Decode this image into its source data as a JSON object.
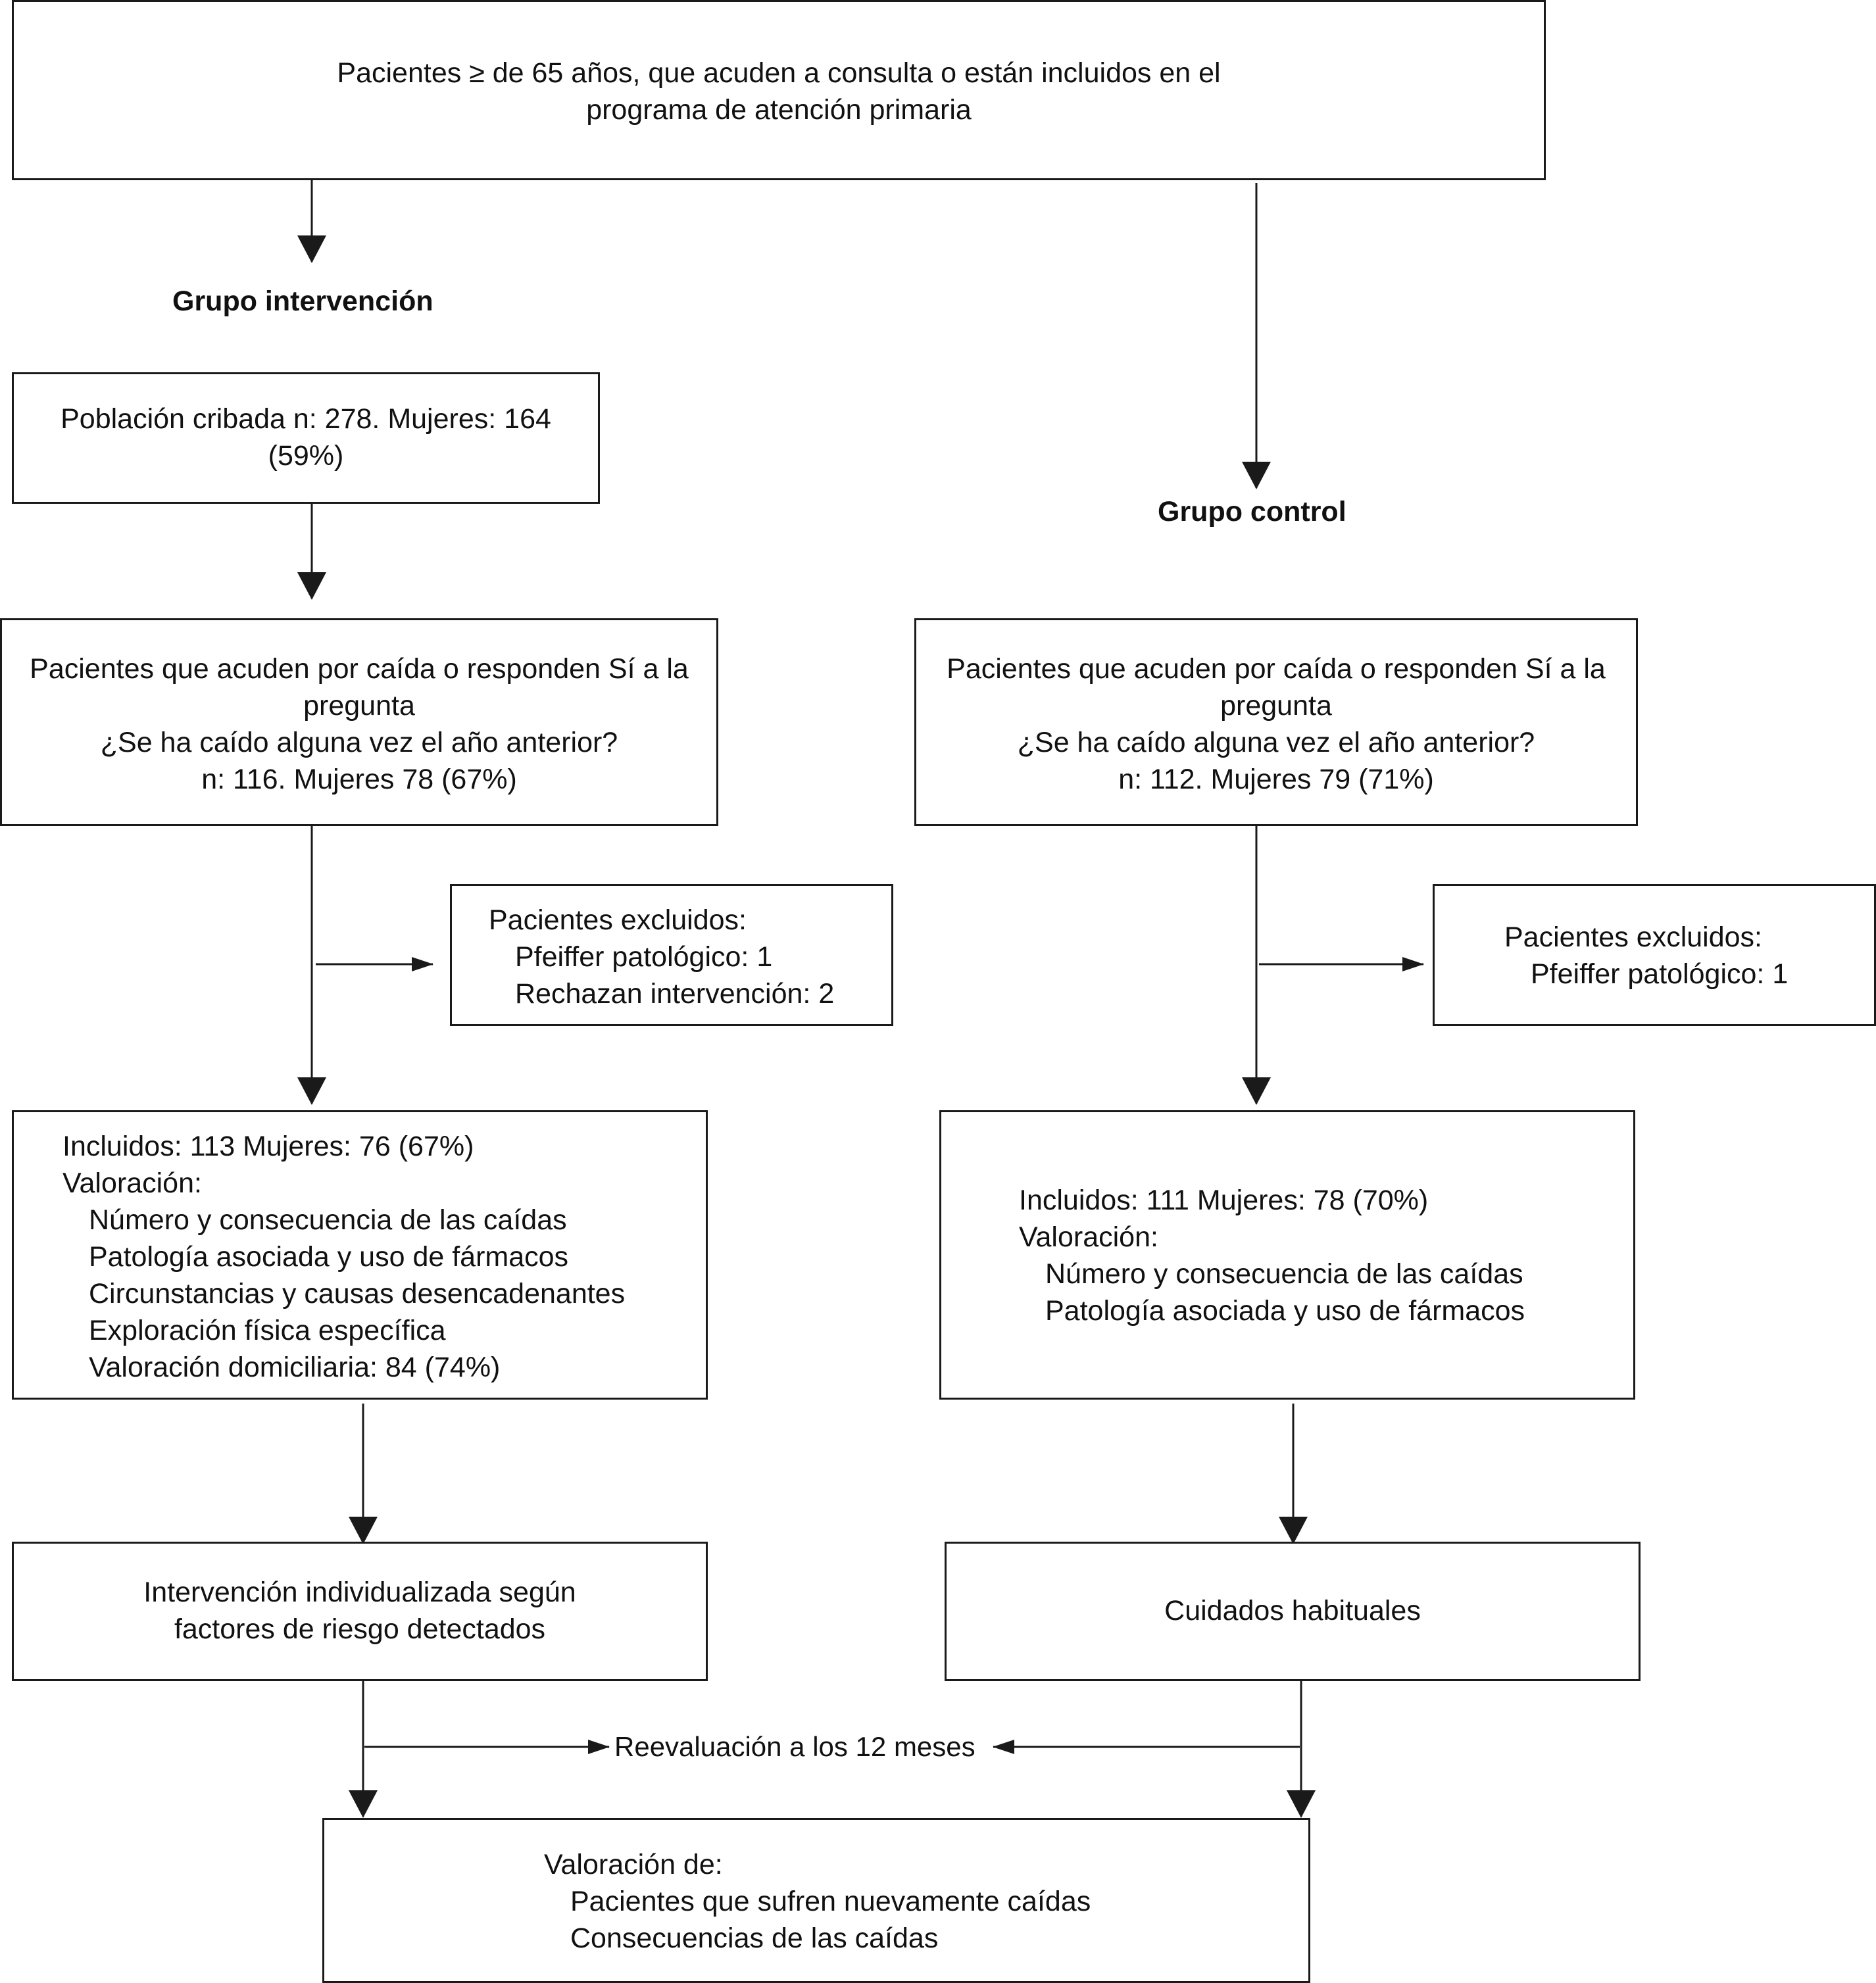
{
  "top_box": {
    "line1": "Pacientes ≥ de 65 años, que acuden a consulta o están incluidos en el",
    "line2": "programa de atención primaria"
  },
  "intervention": {
    "group_label": "Grupo intervención",
    "screened": {
      "line1": "Población cribada n: 278. Mujeres: 164",
      "line2": "(59%)"
    },
    "fallers": {
      "line1": "Pacientes que acuden por caída o responden Sí a la",
      "line2": "pregunta",
      "line3": "¿Se ha caído alguna vez el año anterior?",
      "line4": "n: 116. Mujeres 78 (67%)"
    },
    "excluded": {
      "title": "Pacientes excluidos:",
      "items": [
        "Pfeiffer patológico: 1",
        "Rechazan intervención: 2"
      ]
    },
    "included": {
      "line1": "Incluidos: 113 Mujeres: 76 (67%)",
      "line2": "Valoración:",
      "items": [
        "Número y consecuencia de las caídas",
        "Patología asociada y uso de fármacos",
        "Circunstancias y causas desencadenantes",
        "Exploración física específica",
        "Valoración domiciliaria: 84 (74%)"
      ]
    },
    "action": {
      "line1": "Intervención individualizada según",
      "line2": "factores de riesgo detectados"
    }
  },
  "control": {
    "group_label": "Grupo control",
    "fallers": {
      "line1": "Pacientes que acuden por caída o responden Sí a la",
      "line2": "pregunta",
      "line3": "¿Se ha caído alguna vez el año anterior?",
      "line4": "n: 112. Mujeres 79 (71%)"
    },
    "excluded": {
      "title": "Pacientes excluidos:",
      "items": [
        "Pfeiffer patológico: 1"
      ]
    },
    "included": {
      "line1": "Incluidos: 111 Mujeres: 78 (70%)",
      "line2": "Valoración:",
      "items": [
        "Número y consecuencia de las caídas",
        "Patología asociada y uso de fármacos"
      ]
    },
    "action": {
      "line1": "Cuidados habituales"
    }
  },
  "reevaluation": "Reevaluación a los 12 meses",
  "final_box": {
    "title": "Valoración de:",
    "items": [
      "Pacientes que sufren nuevamente caídas",
      "Consecuencias de las caídas"
    ]
  },
  "colors": {
    "line": "#1a1a1a",
    "text": "#111111",
    "background": "#ffffff"
  }
}
